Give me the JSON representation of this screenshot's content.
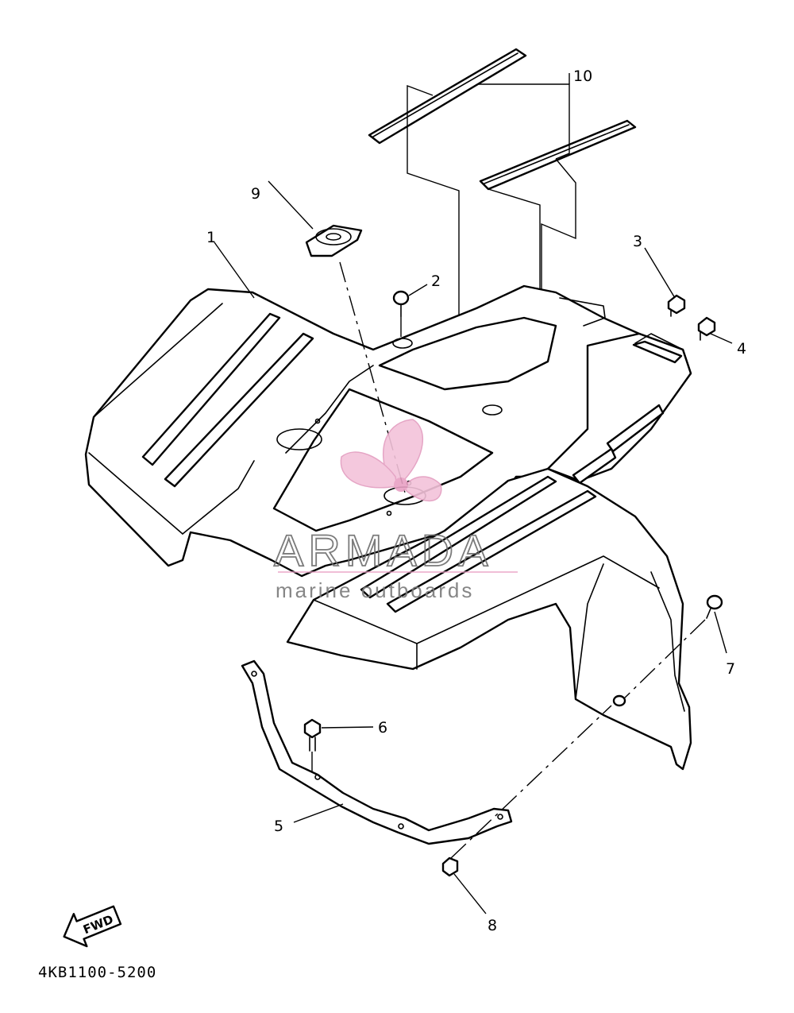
{
  "diagram_code": "4KB1100-5200",
  "fwd_label": "FWD",
  "watermark": {
    "brand": "ARMADA",
    "tagline": "marine outboards",
    "logo_color": "#e8a0c4"
  },
  "callouts": [
    {
      "id": "1",
      "label": "1"
    },
    {
      "id": "2",
      "label": "2"
    },
    {
      "id": "3",
      "label": "3"
    },
    {
      "id": "4",
      "label": "4"
    },
    {
      "id": "5",
      "label": "5"
    },
    {
      "id": "6",
      "label": "6"
    },
    {
      "id": "7",
      "label": "7"
    },
    {
      "id": "8",
      "label": "8"
    },
    {
      "id": "9",
      "label": "9"
    },
    {
      "id": "10",
      "label": "10"
    }
  ]
}
